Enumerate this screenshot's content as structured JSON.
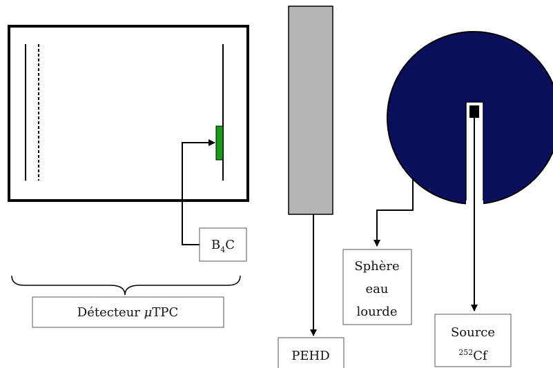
{
  "labels": {
    "b4c": {
      "b": "B",
      "sub": "4",
      "c": "C"
    },
    "detector": {
      "prefix": "Détecteur ",
      "mu": "μ",
      "suffix": "TPC"
    },
    "pehd": "PEHD",
    "sphere": [
      "Sphère",
      "eau",
      "lourde"
    ],
    "source": {
      "line1": "Source",
      "sup": "252",
      "element": "Cf"
    }
  },
  "colors": {
    "sphere": "#0a0f5c",
    "b4c_plate": "#1a9a1a",
    "pehd": "#b5b5b5",
    "source": "#000000"
  }
}
